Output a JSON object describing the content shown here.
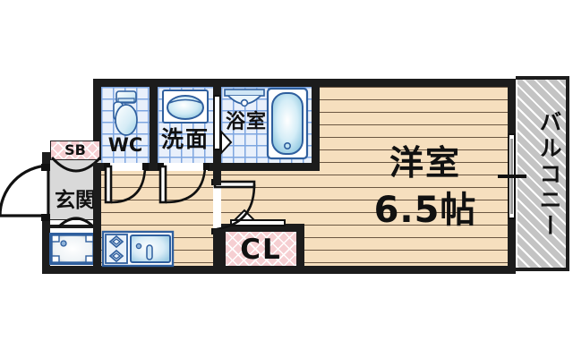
{
  "plan": {
    "type": "japanese-floor-plan",
    "unit_layout": "1K",
    "rooms": [
      {
        "id": "washitsu",
        "name": "洋室",
        "size": "6.5帖",
        "floor": "wood"
      },
      {
        "id": "wc",
        "name": "WC",
        "floor": "tile"
      },
      {
        "id": "senmen",
        "name": "洗面",
        "floor": "tile"
      },
      {
        "id": "yokushitsu",
        "name": "浴室",
        "floor": "tile"
      },
      {
        "id": "genkan",
        "name": "玄関",
        "floor": "concrete"
      },
      {
        "id": "balcony",
        "name": "バルコニー",
        "floor": "hatched"
      }
    ],
    "storage": [
      {
        "id": "shoe-box",
        "label": "SB"
      },
      {
        "id": "closet",
        "label": "CL"
      }
    ],
    "fixtures": [
      "toilet",
      "washbasin",
      "bathtub",
      "shower-head",
      "kitchen-sink",
      "stove-two-burner",
      "washer-pan"
    ],
    "doors": [
      "entrance-door",
      "genkan-door",
      "wc-door",
      "senmen-door",
      "bathroom-door",
      "room-door",
      "balcony-sliding-door"
    ]
  },
  "labels": {
    "room_name": "洋室",
    "room_size": "6.5帖",
    "wc": "WC",
    "senmen": "洗面",
    "yokushitsu": "浴室",
    "genkan": "玄関",
    "shoe_box": "SB",
    "closet": "CL",
    "balcony": "バルコニー"
  },
  "colors": {
    "wall": "#1c1c1c",
    "wood_floor": "#f6dfbe",
    "wood_line": "#6b5742",
    "tile_fill": "#e9f0fb",
    "tile_line": "#7ea6e0",
    "fixture_blue": "#2f5f9e",
    "fixture_light": "#cfe6f5",
    "closet_pink": "#f6cfd2",
    "genkan_gray": "#d9d9d9",
    "balcony_gray": "#c4c4c4",
    "text": "#111111",
    "background": "#ffffff"
  }
}
